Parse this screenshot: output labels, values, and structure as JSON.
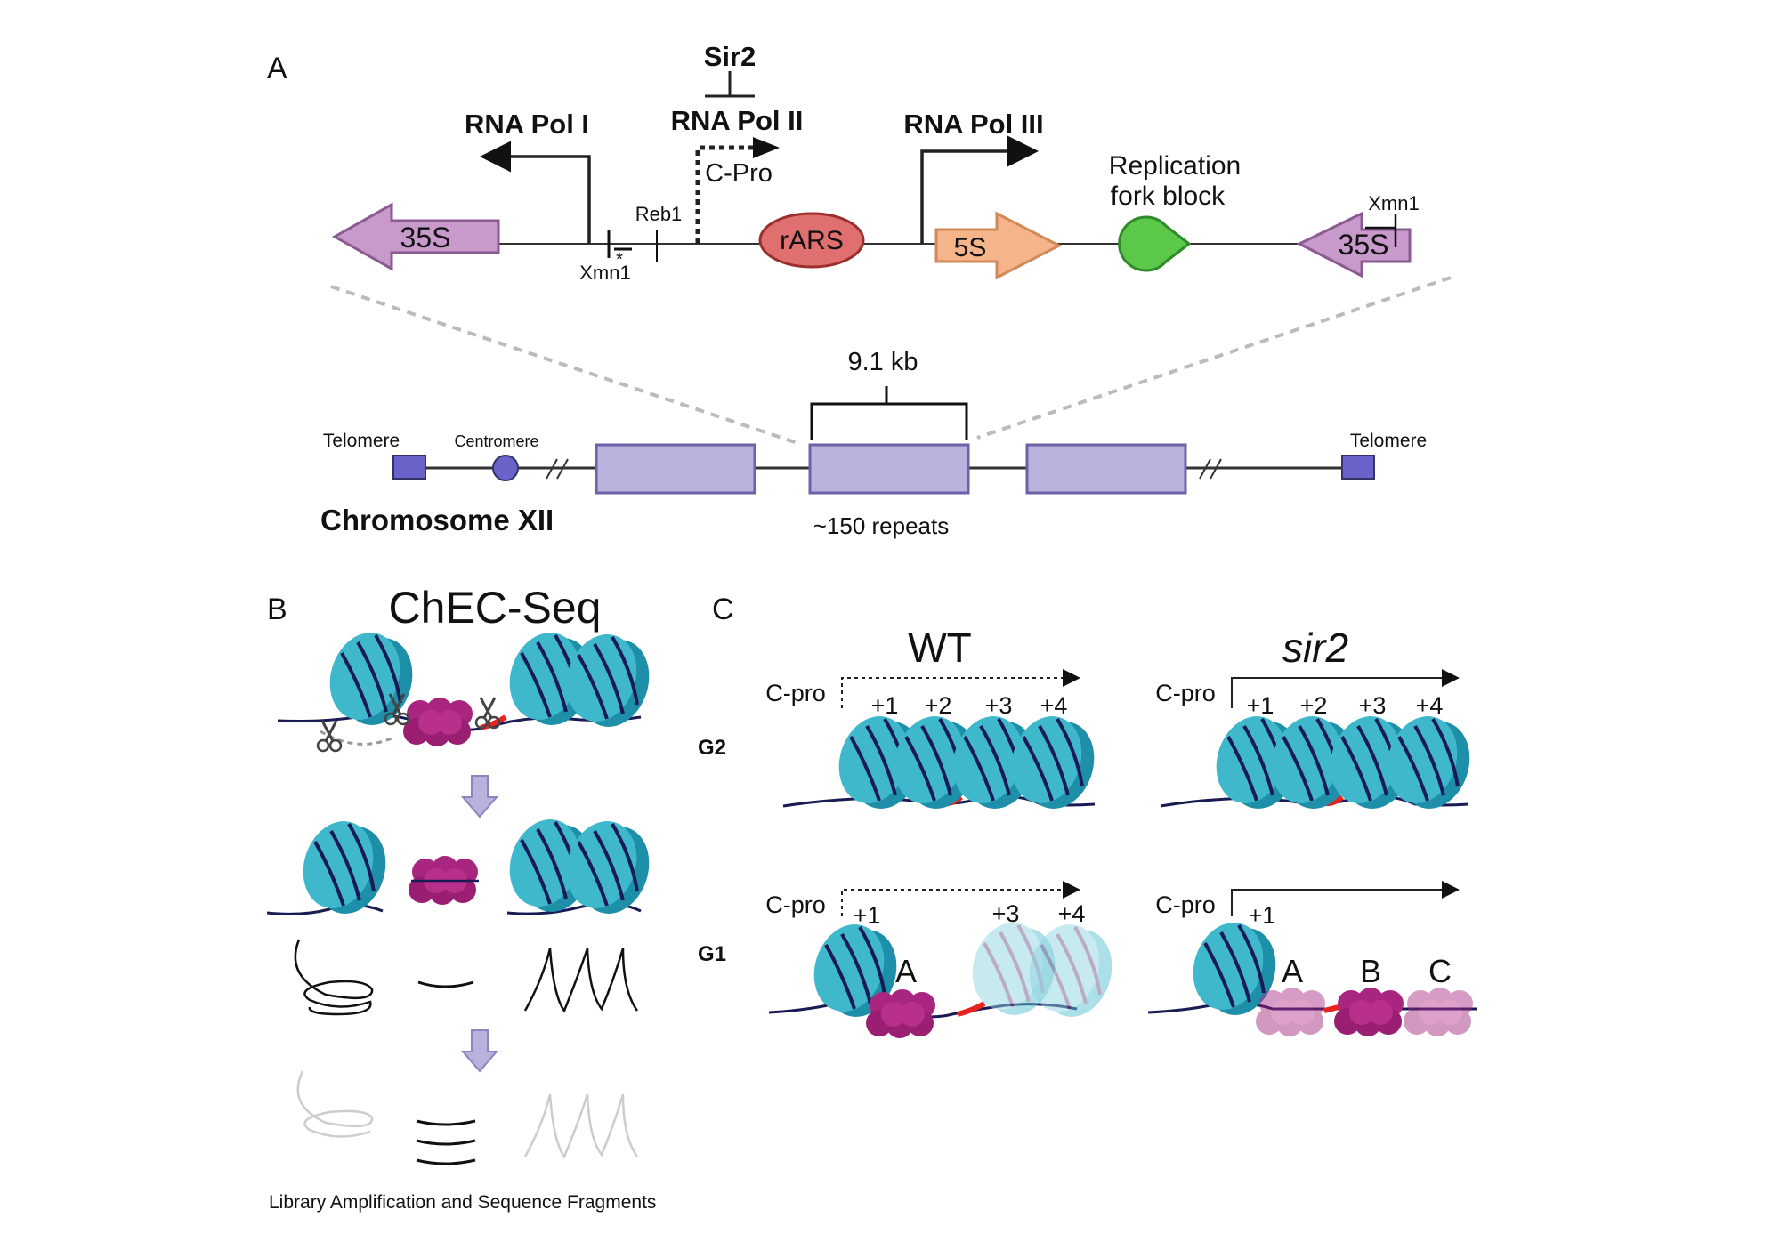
{
  "panelA": {
    "label": "A",
    "sir2": "Sir2",
    "pol1": "RNA Pol I",
    "pol2": "RNA Pol II",
    "pol3": "RNA Pol III",
    "cpro": "C-Pro",
    "reb1": "Reb1",
    "xmn1_left": "Xmn1",
    "xmn1_right": "Xmn1",
    "asterisk": "*",
    "gene35s_left": "35S",
    "rars": "rARS",
    "gene5s": "5S",
    "gene35s_right": "35S",
    "fork_line1": "Replication",
    "fork_line2": "fork block",
    "kb": "9.1 kb",
    "telomere_left": "Telomere",
    "centromere": "Centromere",
    "telomere_right": "Telomere",
    "chromosome": "Chromosome XII",
    "repeats": "~150 repeats"
  },
  "panelB": {
    "label": "B",
    "title": "ChEC-Seq",
    "caption": "Library Amplification and Sequence Fragments"
  },
  "panelC": {
    "label": "C",
    "wt": "WT",
    "sir2": "sir2",
    "g2": "G2",
    "g1": "G1",
    "cpro": "C-pro",
    "n1": "+1",
    "n2": "+2",
    "n3": "+3",
    "n4": "+4",
    "A": "A",
    "B": "B",
    "C": "C"
  },
  "colors": {
    "nucleosome": "#3fb8cc",
    "nucleosome_dark": "#1e8fa8",
    "dna": "#1a1a55",
    "protein": "#a8267f",
    "gene35s": "#c79acb",
    "rars": "#e06f6f",
    "gene5s": "#f5b48a",
    "fork_block": "#5bc84a",
    "repeat_box": "#b8b2dc",
    "telomere": "#6a63c9",
    "cut_site": "#e8221f"
  }
}
